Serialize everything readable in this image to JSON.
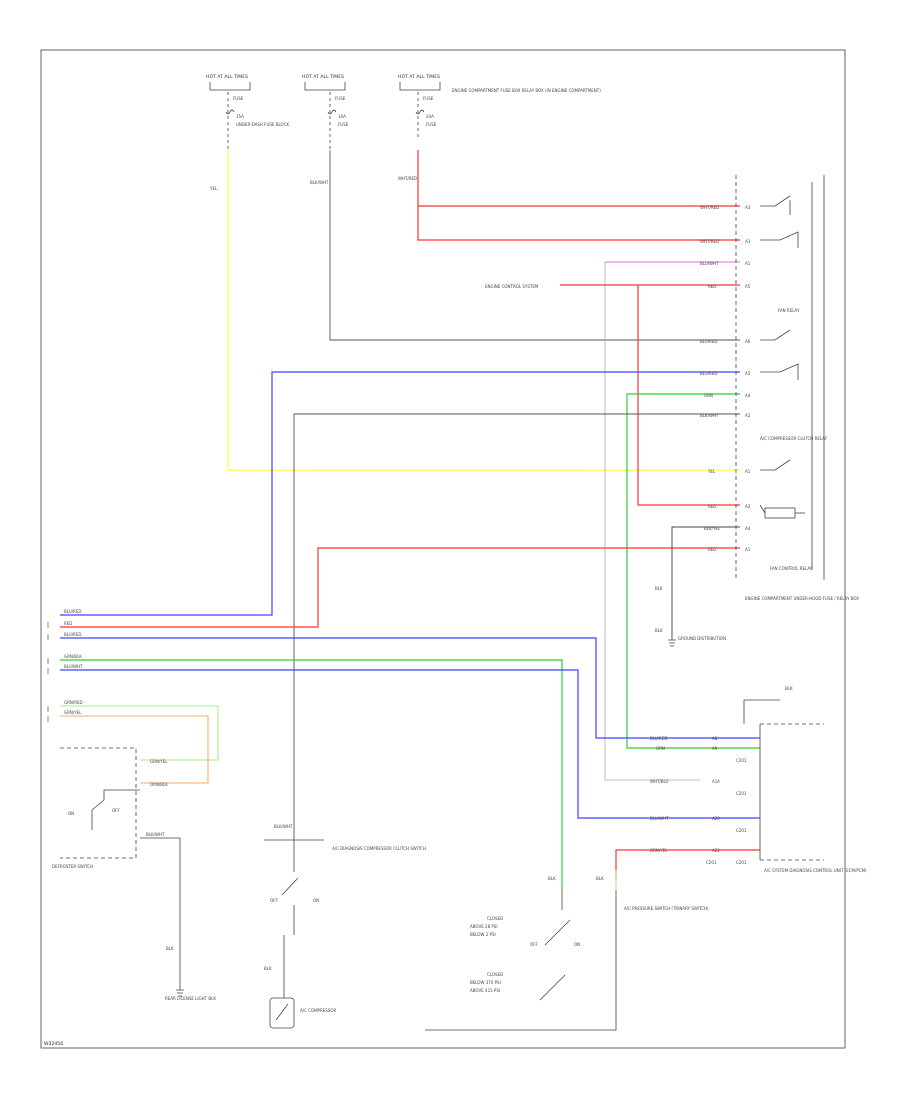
{
  "colors": {
    "frame": "#555555",
    "black_wire": "#444444",
    "red_wire": "#ff3333",
    "yellow_wire": "#ffff33",
    "blue_wire": "#4040ff",
    "green_wire": "#33cc33",
    "violet_wire": "#ee66ee",
    "orange_wire": "#ffaa66",
    "lightgreen_wire": "#aaee88",
    "gray_wire": "#999999"
  },
  "fuse_boxes": [
    "HOT AT ALL TIMES",
    "HOT AT ALL TIMES",
    "HOT AT ALL TIMES"
  ],
  "fuses": [
    {
      "amp": "FUSE",
      "note": "15A",
      "block": "UNDER-DASH FUSE BLOCK"
    },
    {
      "amp": "FUSE",
      "note": "10A",
      "block": "FUSE"
    },
    {
      "amp": "FUSE",
      "note": "20A",
      "block": "FUSE"
    }
  ],
  "fuse_block_note": "ENGINE COMPARTMENT FUSE BOX RELAY BOX (IN ENGINE COMPARTMENT)",
  "wires_top": {
    "left": "YEL",
    "mid": "BLK/WHT",
    "right": "WHT/RED"
  },
  "relay_wires": [
    {
      "label": "WHT/RED"
    },
    {
      "label": "WHT/RED"
    },
    {
      "label": "BLU/WHT"
    },
    {
      "label": "RED"
    },
    {
      "label": "BLU/RED"
    },
    {
      "label": "BLU/RED"
    },
    {
      "label": "GRN"
    },
    {
      "label": "BLK/WHT"
    },
    {
      "label": "YEL"
    },
    {
      "label": "RED"
    },
    {
      "label": "BLK/YEL"
    },
    {
      "label": "RED"
    }
  ],
  "pin_numbers": [
    "A3",
    "A3",
    "A1",
    "A5",
    "A6",
    "A5",
    "A4",
    "A2",
    "A1",
    "A2",
    "A4",
    "A1"
  ],
  "relays": [
    "FAN RELAY",
    "A/C COMPRESSOR CLUTCH RELAY",
    "FAN CONTROL RELAY"
  ],
  "relay_block": "ENGINE COMPARTMENT UNDER-HOOD FUSE / RELAY BOX",
  "engine_control_ref": "ENGINE CONTROL SYSTEM",
  "ground_labels": {
    "g1": "BLK",
    "g2": "BLK",
    "ground_ref": "GROUND DISTRIBUTION"
  },
  "left_bus": [
    {
      "label": "BLU/RED"
    },
    {
      "label": "RED"
    },
    {
      "label": "BLU/RED"
    },
    {
      "label": "GRN/BLK"
    },
    {
      "label": "BLU/WHT"
    },
    {
      "label": "GRN/RED"
    },
    {
      "label": "GRN/YEL"
    }
  ],
  "defroster": {
    "w1": "GRN/YEL",
    "w2": "ORN/BLK",
    "sw_on": "ON",
    "sw_off": "OFF",
    "out": "BLK/WHT",
    "name": "DEFROSTER SWITCH"
  },
  "ac_switch": {
    "wire": "BLK/WHT",
    "off": "OFF",
    "on": "ON",
    "name": "A/C DIAGNOSIS COMPRESSOR CLUTCH SWITCH"
  },
  "rear_light": {
    "wire": "BLK",
    "name": "REAR LICENSE LIGHT BLK"
  },
  "ac_compressor": {
    "wire": "BLK",
    "name": "A/C COMPRESSOR"
  },
  "pressure_switch": {
    "wire1": "BLK",
    "wire2": "BLK",
    "w_off": "OFF",
    "w_on": "ON",
    "labels": [
      "CLOSED",
      "ABOVE 28 PSI",
      "BELOW 2 PSI",
      "CLOSED",
      "BELOW 370 PSI",
      "ABOVE 415 PSI"
    ],
    "name": "A/C PRESSURE SWITCH (TRINARY SWITCH)"
  },
  "pcm": {
    "wires": [
      "BLU/RED",
      "GRN",
      "WHT/BLU",
      "BLU/WHT",
      "GRN/YEL"
    ],
    "pins": [
      "A8",
      "A9",
      "A14",
      "A20",
      "A22"
    ],
    "codes": [
      "C201",
      "C201",
      "C201",
      "C201",
      "C201"
    ],
    "ref_wire": "BLK",
    "name": "A/C SYSTEM DIAGNOSIS CONTROL UNIT (ECM/PCM)"
  },
  "page_ref": "W32456"
}
